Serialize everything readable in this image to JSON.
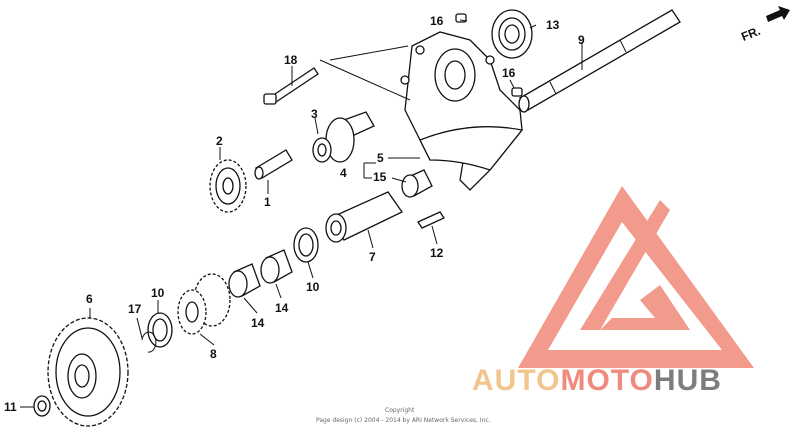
{
  "diagram": {
    "direction_label": "FR.",
    "callouts": [
      {
        "id": "c1",
        "text": "1"
      },
      {
        "id": "c2",
        "text": "2"
      },
      {
        "id": "c3",
        "text": "3"
      },
      {
        "id": "c4",
        "text": "4"
      },
      {
        "id": "c5",
        "text": "5"
      },
      {
        "id": "c6",
        "text": "6"
      },
      {
        "id": "c7",
        "text": "7"
      },
      {
        "id": "c8",
        "text": "8"
      },
      {
        "id": "c9",
        "text": "9"
      },
      {
        "id": "c10a",
        "text": "10"
      },
      {
        "id": "c10b",
        "text": "10"
      },
      {
        "id": "c11",
        "text": "11"
      },
      {
        "id": "c12",
        "text": "12"
      },
      {
        "id": "c13",
        "text": "13"
      },
      {
        "id": "c14a",
        "text": "14"
      },
      {
        "id": "c14b",
        "text": "14"
      },
      {
        "id": "c15",
        "text": "15"
      },
      {
        "id": "c16a",
        "text": "16"
      },
      {
        "id": "c16b",
        "text": "16"
      },
      {
        "id": "c17",
        "text": "17"
      },
      {
        "id": "c18",
        "text": "18"
      }
    ]
  },
  "watermark": {
    "brand_part1": "AUTO",
    "brand_part2": "MOTO",
    "brand_part3": "HUB",
    "color_part1": "#f2c48e",
    "color_part2": "#ef8a7d",
    "color_part3": "#7d7d7d",
    "logo_color": "#f08a7a"
  },
  "copyright": {
    "line1": "Copyright",
    "line2": "Page design (c) 2004 - 2014 by ARI Network Services, Inc."
  }
}
